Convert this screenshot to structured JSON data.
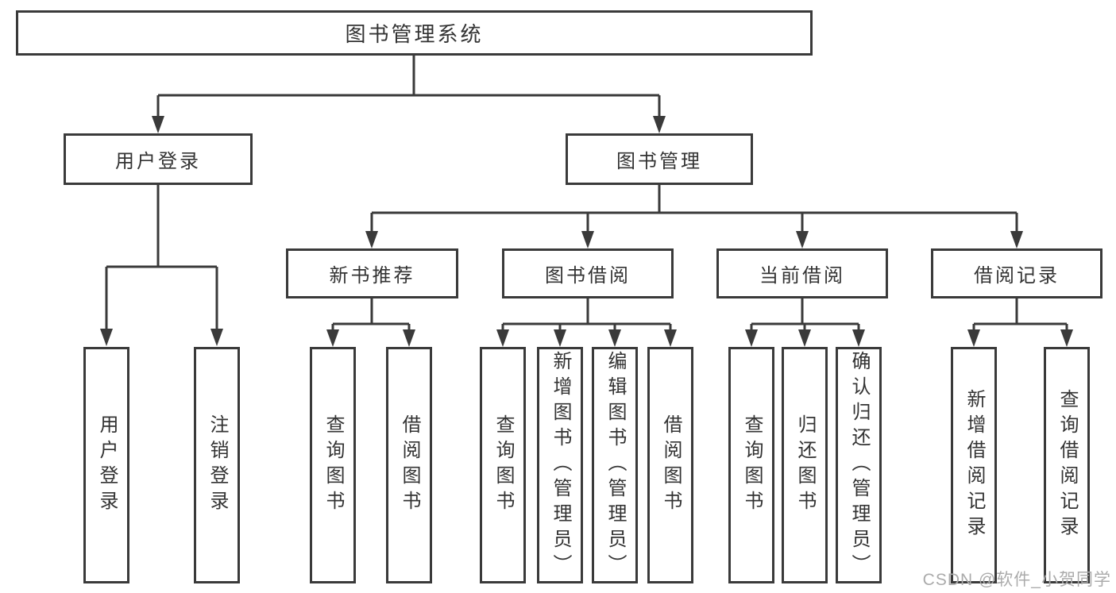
{
  "diagram": {
    "root": {
      "label": "图书管理系统"
    },
    "level2": [
      {
        "label": "用户登录"
      },
      {
        "label": "图书管理"
      }
    ],
    "level3": [
      {
        "label": "新书推荐"
      },
      {
        "label": "图书借阅"
      },
      {
        "label": "当前借阅"
      },
      {
        "label": "借阅记录"
      }
    ],
    "leaves": {
      "user_login": [
        "用户登录",
        "注销登录"
      ],
      "new_books": [
        "查询图书",
        "借阅图书"
      ],
      "book_borrow": [
        "查询图书",
        "新增图书（管理员）",
        "编辑图书（管理员）",
        "借阅图书"
      ],
      "current_borrow": [
        "查询图书",
        "归还图书",
        "确认归还（管理员）"
      ],
      "borrow_records": [
        "新增借阅记录",
        "查询借阅记录"
      ]
    }
  },
  "watermark": {
    "text": "CSDN @软件_小贺同学"
  },
  "colors": {
    "line": "#3a3a3a",
    "text": "#333333",
    "background": "#ffffff",
    "watermark": "#ababab"
  }
}
